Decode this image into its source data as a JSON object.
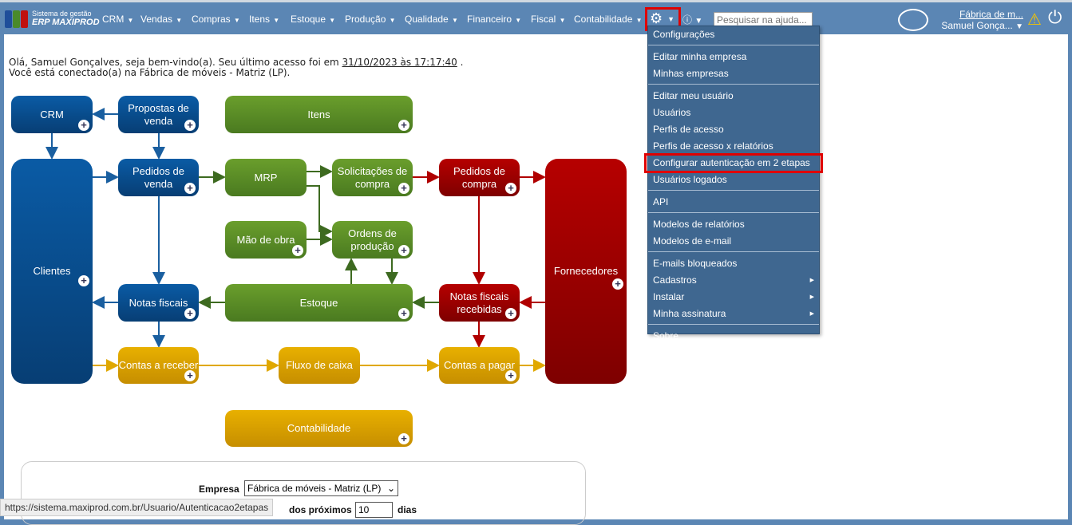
{
  "header": {
    "logo_line1": "Sistema de gestão",
    "logo_line2": "ERP MAXIPROD",
    "menu": [
      "CRM",
      "Vendas",
      "Compras",
      "Itens",
      "Estoque",
      "Produção",
      "Qualidade",
      "Financeiro",
      "Fiscal",
      "Contabilidade"
    ],
    "search_placeholder": "Pesquisar na ajuda...",
    "company": "Fábrica de m...",
    "user": "Samuel Gonça..."
  },
  "welcome": {
    "line1_prefix": "Olá, Samuel Gonçalves, seja bem-vindo(a). Seu último acesso foi em ",
    "last_access": "31/10/2023 às 17:17:40",
    "line1_suffix": " .",
    "line2": "Você está conectado(a) na Fábrica de móveis - Matriz (LP)."
  },
  "flow": {
    "crm": "CRM",
    "propostas": "Propostas de venda",
    "itens": "Itens",
    "clientes": "Clientes",
    "pedidos_venda": "Pedidos de venda",
    "mrp": "MRP",
    "solicitacoes": "Solicitações de compra",
    "pedidos_compra": "Pedidos de compra",
    "fornecedores": "Fornecedores",
    "mao_obra": "Mão de obra",
    "ordens": "Ordens de produção",
    "notas_fiscais": "Notas fiscais",
    "estoque": "Estoque",
    "nf_recebidas": "Notas fiscais recebidas",
    "contas_receber": "Contas a receber",
    "fluxo": "Fluxo de caixa",
    "contas_pagar": "Contas a pagar",
    "contabilidade": "Contabilidade"
  },
  "form": {
    "empresa_label": "Empresa",
    "empresa_value": "Fábrica de móveis - Matriz (LP)",
    "proximos_label": "dos próximos",
    "dias_value": "10",
    "dias_label": "dias"
  },
  "status_url": "https://sistema.maxiprod.com.br/Usuario/Autenticacao2etapas",
  "dropdown": [
    {
      "label": "Configurações"
    },
    {
      "sep": true
    },
    {
      "label": "Editar minha empresa"
    },
    {
      "label": "Minhas empresas"
    },
    {
      "sep": true
    },
    {
      "label": "Editar meu usuário"
    },
    {
      "label": "Usuários"
    },
    {
      "label": "Perfis de acesso"
    },
    {
      "label": "Perfis de acesso x relatórios"
    },
    {
      "label": "Configurar autenticação em 2 etapas",
      "highlight": true
    },
    {
      "label": "Usuários logados"
    },
    {
      "sep": true
    },
    {
      "label": "API"
    },
    {
      "sep": true
    },
    {
      "label": "Modelos de relatórios"
    },
    {
      "label": "Modelos de e-mail"
    },
    {
      "sep": true
    },
    {
      "label": "E-mails bloqueados"
    },
    {
      "label": "Cadastros",
      "sub": true
    },
    {
      "label": "Instalar",
      "sub": true
    },
    {
      "label": "Minha assinatura",
      "sub": true
    },
    {
      "sep": true
    },
    {
      "label": "Sobre"
    }
  ]
}
